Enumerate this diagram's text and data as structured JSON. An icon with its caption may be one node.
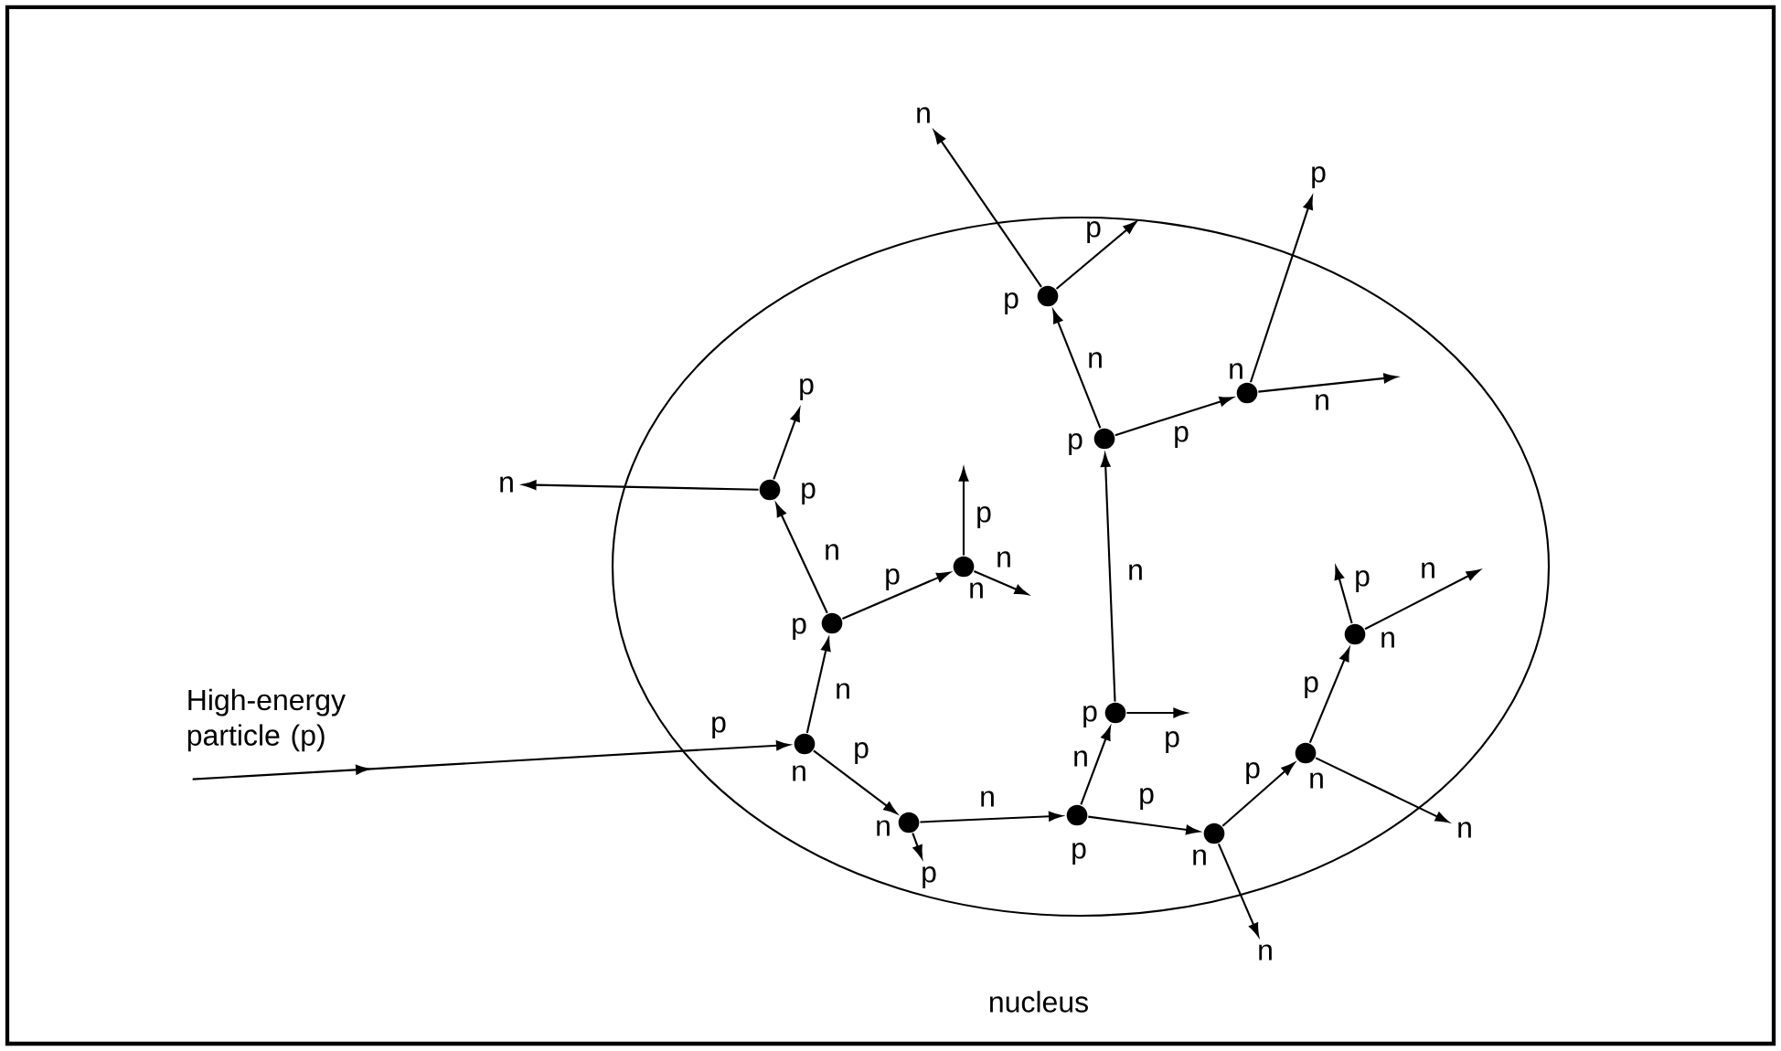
{
  "diagram": {
    "nodes": [
      {
        "text": [
          "nucleus"
        ]
      },
      {
        "text": [
          "High-energy particle (p)"
        ]
      },
      {
        "text": [],
        "shape": "circle",
        "beside": [
          "n"
        ],
        "in": 0
      },
      {
        "text": [],
        "shape": "circle",
        "beside": [
          "p"
        ],
        "in": 0
      },
      {
        "text": [],
        "shape": "circle",
        "beside": [
          "p"
        ],
        "in": 0
      },
      {
        "text": [],
        "shape": "circle",
        "beside": [
          "n"
        ],
        "in": 0
      },
      {
        "text": [],
        "shape": "circle",
        "beside": [
          "n"
        ],
        "in": 0
      },
      {
        "text": [],
        "shape": "circle",
        "beside": [
          "p"
        ],
        "in": 0
      },
      {
        "text": [],
        "shape": "circle",
        "beside": [
          "p"
        ],
        "in": 0
      },
      {
        "text": [],
        "shape": "circle",
        "beside": [
          "p"
        ],
        "in": 0
      },
      {
        "text": [],
        "shape": "circle",
        "beside": [
          "p"
        ],
        "in": 0
      },
      {
        "text": [],
        "shape": "circle",
        "beside": [
          "n"
        ],
        "in": 0
      },
      {
        "text": [],
        "shape": "circle",
        "beside": [
          "n"
        ],
        "in": 0
      },
      {
        "text": [],
        "shape": "circle",
        "beside": [
          "n"
        ],
        "in": 0
      },
      {
        "text": [],
        "shape": "circle",
        "beside": [
          "n"
        ],
        "in": 0
      },
      {
        "text": [
          "n"
        ]
      },
      {
        "text": [
          "p"
        ],
        "in": 0
      },
      {
        "text": [
          "p"
        ],
        "in": 0
      },
      {
        "text": [
          "n"
        ]
      },
      {
        "text": [
          "p"
        ]
      },
      {
        "text": [
          "n"
        ]
      },
      {
        "text": [
          "n"
        ]
      }
    ],
    "edges": [
      {
        "from": 1,
        "to": 2,
        "arrow": "to",
        "label": "p"
      },
      {
        "from": 2,
        "to": 3,
        "arrow": "to",
        "label": "n"
      },
      {
        "from": 3,
        "to": 4,
        "arrow": "to",
        "label": "n"
      },
      {
        "from": 4,
        "to": 15,
        "arrow": "to"
      },
      {
        "from": 4,
        "to": 16,
        "arrow": "to"
      },
      {
        "from": 3,
        "to": 5,
        "arrow": "to",
        "label": "p"
      },
      {
        "from": 5,
        "to": null,
        "arrow": "to",
        "label": "p"
      },
      {
        "from": 5,
        "to": null,
        "arrow": "to",
        "label": "n"
      },
      {
        "from": 2,
        "to": 6,
        "arrow": "to",
        "label": "p"
      },
      {
        "from": 6,
        "to": 17,
        "arrow": "to"
      },
      {
        "from": 6,
        "to": 7,
        "arrow": "to",
        "label": "n"
      },
      {
        "from": 7,
        "to": 8,
        "arrow": "to",
        "label": "n"
      },
      {
        "from": 8,
        "to": null,
        "arrow": "to",
        "label": "p"
      },
      {
        "from": 8,
        "to": 9,
        "arrow": "to",
        "label": "n"
      },
      {
        "from": 9,
        "to": 10,
        "arrow": "to",
        "label": "n"
      },
      {
        "from": 10,
        "to": 18,
        "arrow": "to"
      },
      {
        "from": 10,
        "to": null,
        "arrow": "to",
        "label": "p"
      },
      {
        "from": 9,
        "to": 11,
        "arrow": "to",
        "label": "p"
      },
      {
        "from": 11,
        "to": 19,
        "arrow": "to"
      },
      {
        "from": 11,
        "to": null,
        "arrow": "to",
        "label": "n"
      },
      {
        "from": 7,
        "to": 12,
        "arrow": "to",
        "label": "p"
      },
      {
        "from": 12,
        "to": 20,
        "arrow": "to"
      },
      {
        "from": 12,
        "to": 13,
        "arrow": "to",
        "label": "p"
      },
      {
        "from": 13,
        "to": 21,
        "arrow": "to"
      },
      {
        "from": 13,
        "to": 14,
        "arrow": "to",
        "label": "p"
      },
      {
        "from": 14,
        "to": null,
        "arrow": "to",
        "label": "p"
      },
      {
        "from": 14,
        "to": null,
        "arrow": "to",
        "label": "n"
      }
    ]
  }
}
